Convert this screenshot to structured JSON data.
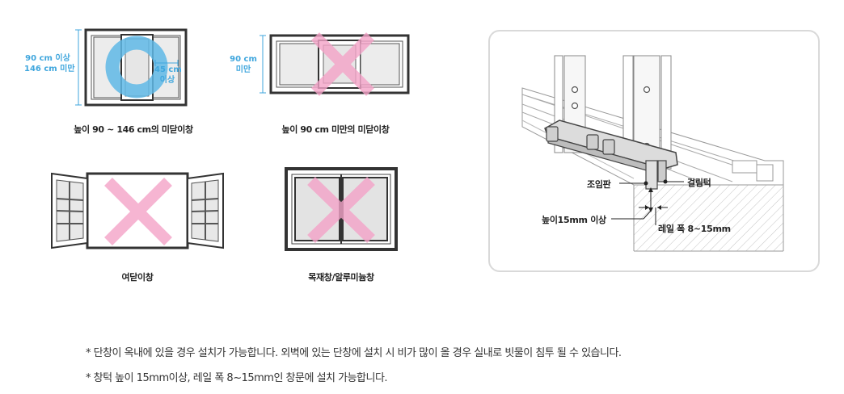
{
  "windows": [
    {
      "caption": "높이 90 ~ 146 cm의 미닫이창",
      "height_label": [
        "90 cm 이상",
        "146 cm 미만"
      ],
      "width_label": [
        "45 cm",
        "이상"
      ],
      "mark": "o",
      "mark_color": "#5fb8e6"
    },
    {
      "caption": "높이 90 cm 미만의 미닫이창",
      "height_label": [
        "90 cm",
        "미만"
      ],
      "mark": "x",
      "mark_color": "#f4a3c8"
    },
    {
      "caption": "여닫이창",
      "mark": "x",
      "mark_color": "#f4a3c8"
    },
    {
      "caption": "목재창/알루미늄창",
      "mark": "x",
      "mark_color": "#f4a3c8"
    }
  ],
  "rail_detail": {
    "callouts": {
      "plate": "조임판",
      "hook": "걸림턱",
      "height": "높이15mm 이상",
      "width": "레일 폭 8~15mm"
    }
  },
  "notes": [
    "* 단창이 옥내에 있을 경우 설치가 가능합니다. 외벽에 있는 단창에 설치 시 비가 많이 올 경우 실내로 빗물이 침투 될 수 있습니다.",
    "* 창턱 높이 15mm이상, 레일 폭 8~15mm인 창문에 설치 가능합니다."
  ],
  "colors": {
    "ok_mark": "#5fb8e6",
    "no_mark": "#f4a3c8",
    "dimension_blue": "#3fa6dd",
    "outline": "#333333"
  }
}
